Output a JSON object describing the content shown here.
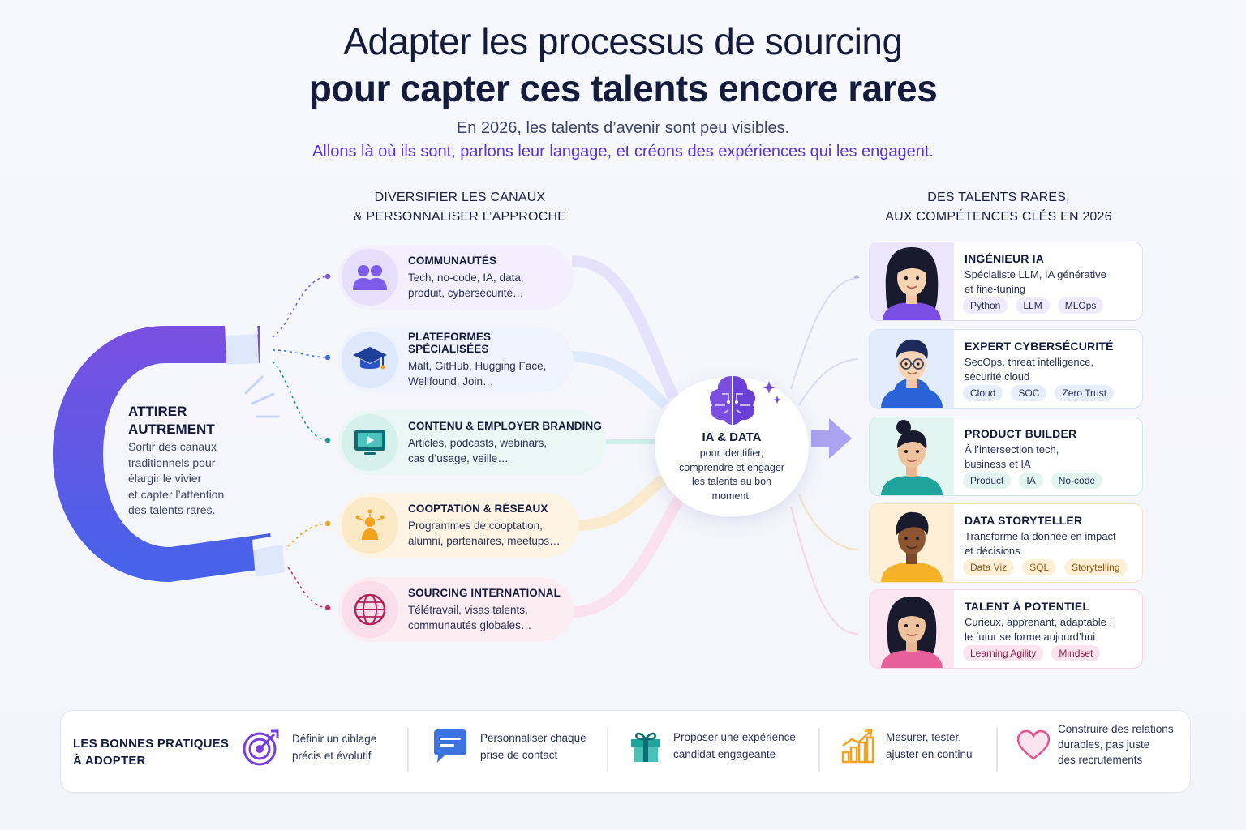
{
  "header": {
    "title_line1": "Adapter les processus de sourcing",
    "title_line2": "pour capter ces talents encore rares",
    "subtitle_line1": "En 2026, les talents d’avenir sont peu visibles.",
    "subtitle_line2": "Allons là où ils sont, parlons leur langage, et créons des expériences qui les engagent."
  },
  "channels_heading": {
    "line1": "DIVERSIFIER LES CANAUX",
    "line2": "& PERSONNALISER L’APPROCHE"
  },
  "talents_heading": {
    "line1": "DES TALENTS RARES,",
    "line2": "AUX COMPÉTENCES CLÉS EN 2026"
  },
  "magnet": {
    "title_line1": "ATTIRER",
    "title_line2": "AUTREMENT",
    "text_lines": [
      "Sortir des canaux",
      "traditionnels pour",
      "élargir le vivier",
      "et capter l’attention",
      "des talents rares."
    ]
  },
  "channels": [
    {
      "title": "COMMUNAUTÉS",
      "line1": "Tech, no-code, IA, data,",
      "line2": "produit, cybersécurité…",
      "icon": "people-icon",
      "color": "#7c5ce8"
    },
    {
      "title": "PLATEFORMES SPÉCIALISÉES",
      "line1": "Malt, GitHub, Hugging Face,",
      "line2": "Wellfound, Join…",
      "icon": "graduation-cap-icon",
      "color": "#3d6fe0"
    },
    {
      "title": "CONTENU & EMPLOYER BRANDING",
      "line1": "Articles, podcasts, webinars,",
      "line2": "cas d’usage, veille…",
      "icon": "video-screen-icon",
      "color": "#1a9c98"
    },
    {
      "title": "COOPTATION & RÉSEAUX",
      "line1": "Programmes de cooptation,",
      "line2": "alumni, partenaires, meetups…",
      "icon": "network-people-icon",
      "color": "#f2a21c"
    },
    {
      "title": "SOURCING INTERNATIONAL",
      "line1": "Télétravail, visas talents,",
      "line2": "communautés globales…",
      "icon": "globe-icon",
      "color": "#c8336f"
    }
  ],
  "hub": {
    "title": "IA & DATA",
    "desc_lines": [
      "pour identifier,",
      "comprendre et engager",
      "les talents au bon",
      "moment."
    ],
    "icon": "brain-icon"
  },
  "talents": [
    {
      "title": "INGÉNIEUR IA",
      "line1": "Spécialiste LLM, IA générative",
      "line2": "et fine-tuning",
      "tags": [
        "Python",
        "LLM",
        "MLOps"
      ],
      "accent": "#7c5ce8"
    },
    {
      "title": "EXPERT CYBERSÉCURITÉ",
      "line1": "SecOps, threat intelligence,",
      "line2": "sécurité cloud",
      "tags": [
        "Cloud",
        "SOC",
        "Zero Trust"
      ],
      "accent": "#3d6fe0"
    },
    {
      "title": "PRODUCT BUILDER",
      "line1": "À l’intersection tech,",
      "line2": "business et IA",
      "tags": [
        "Product",
        "IA",
        "No-code"
      ],
      "accent": "#1a9c98"
    },
    {
      "title": "DATA STORYTELLER",
      "line1": "Transforme la donnée en impact",
      "line2": "et décisions",
      "tags": [
        "Data Viz",
        "SQL",
        "Storytelling"
      ],
      "accent": "#f2a21c"
    },
    {
      "title": "TALENT À POTENTIEL",
      "line1": "Curieux, apprenant, adaptable :",
      "line2": "le futur se forme aujourd’hui",
      "tags": [
        "Learning Agility",
        "Mindset"
      ],
      "accent": "#d84a86"
    }
  ],
  "practices": {
    "title_line1": "LES BONNES PRATIQUES",
    "title_line2": "À ADOPTER",
    "items": [
      {
        "lines": [
          "Définir un ciblage",
          "précis et évolutif"
        ],
        "icon": "target-icon"
      },
      {
        "lines": [
          "Personnaliser chaque",
          "prise de contact"
        ],
        "icon": "chat-bubble-icon"
      },
      {
        "lines": [
          "Proposer une expérience",
          "candidat engageante"
        ],
        "icon": "gift-icon"
      },
      {
        "lines": [
          "Mesurer, tester,",
          "ajuster en continu"
        ],
        "icon": "growth-chart-icon"
      },
      {
        "lines": [
          "Construire des relations",
          "durables, pas juste",
          "des recrutements"
        ],
        "icon": "heart-icon"
      }
    ]
  }
}
